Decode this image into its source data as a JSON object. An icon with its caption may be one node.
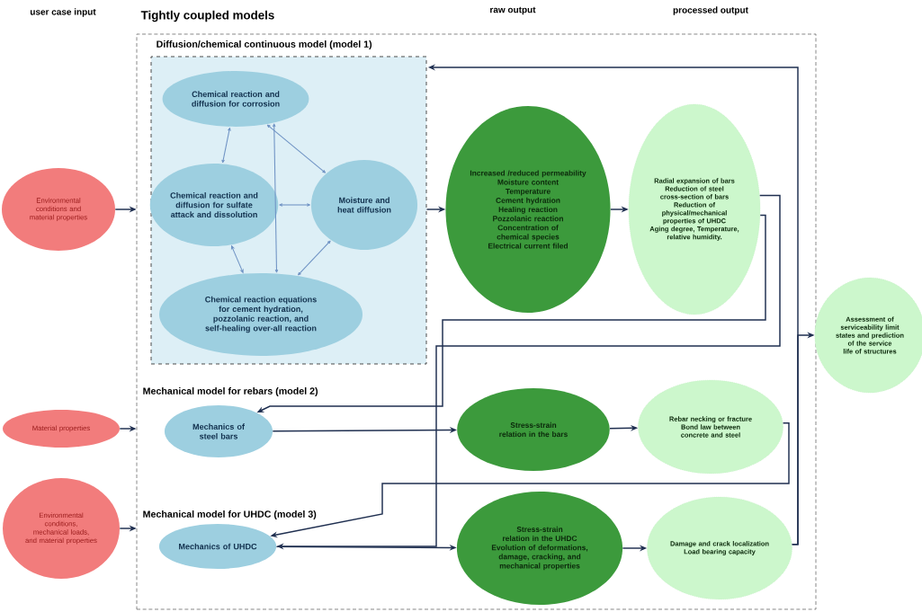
{
  "diagram": {
    "nodes": [
      {
        "text": [
          "Tightly coupled models"
        ]
      },
      {
        "text": [
          "Diffusion/chemical continuous model (model 1)"
        ],
        "in": 0
      },
      {
        "text": [
          "Chemical reaction and diffusion for corrosion"
        ],
        "in": 1
      },
      {
        "text": [
          "Chemical reaction and diffusion for sulfate attack and dissolution"
        ],
        "in": 1
      },
      {
        "text": [
          "Moisture and heat diffusion"
        ],
        "in": 1
      },
      {
        "text": [
          "Chemical reaction equations for cement hydration, pozzolanic reaction, and self-healing over-all reaction"
        ],
        "in": 1
      },
      {
        "text": [
          "Environmental conditions and material properties"
        ]
      },
      {
        "text": [
          "Increased /reduced permeability",
          "Moisture content",
          "Temperature",
          "Cement hydration",
          "Healing reaction",
          "Pozzolanic reaction",
          "Concentration of chemical species",
          "Electrical current filed"
        ],
        "in": 0
      },
      {
        "text": [
          "Radial expansion of bars",
          "Reduction of steel cross-section of bars",
          "Reduction of physical/mechanical properties of UHDC",
          "Aging degree, Temperature, relative humidity."
        ],
        "in": 0
      },
      {
        "text": [
          "Assessment of serviceability limit states and prediction of the service life of structures"
        ]
      },
      {
        "text": [
          "Material properties"
        ]
      },
      {
        "text": [
          "Mechanics of steel bars"
        ],
        "in": 0
      },
      {
        "text": [
          "Stress-strain relation in the bars"
        ],
        "in": 0
      },
      {
        "text": [
          "Rebar necking or fracture",
          "Bond law between concrete and steel"
        ],
        "in": 0
      },
      {
        "text": [
          "Environmental conditions, mechanical loads, and material properties"
        ]
      },
      {
        "text": [
          "Mechanics of UHDC"
        ],
        "in": 0
      },
      {
        "text": [
          "Stress-strain relation in the UHDC",
          "Evolution of deformations, damage, cracking, and mechanical properties"
        ],
        "in": 0
      },
      {
        "text": [
          "Damage and crack localization",
          "Load bearing capacity"
        ],
        "in": 0
      }
    ],
    "edges": [
      {
        "from": 2,
        "to": 3,
        "arrow": "both",
        "color": "#6f93c4"
      },
      {
        "from": 2,
        "to": 4,
        "arrow": "both",
        "color": "#6f93c4"
      },
      {
        "from": 2,
        "to": 5,
        "arrow": "both",
        "color": "#6f93c4"
      },
      {
        "from": 3,
        "to": 4,
        "arrow": "both",
        "color": "#6f93c4"
      },
      {
        "from": 3,
        "to": 5,
        "arrow": "both",
        "color": "#6f93c4"
      },
      {
        "from": 4,
        "to": 5,
        "arrow": "both",
        "color": "#6f93c4"
      },
      {
        "from": 6,
        "to": 0,
        "arrow": "to"
      },
      {
        "from": 1,
        "to": 7,
        "arrow": "to"
      },
      {
        "from": 7,
        "to": 8,
        "arrow": "to"
      },
      {
        "from": 8,
        "to": 11,
        "arrow": "to"
      },
      {
        "from": 8,
        "to": 15,
        "arrow": "to"
      },
      {
        "from": 10,
        "to": 0,
        "arrow": "to"
      },
      {
        "from": 11,
        "to": 12,
        "arrow": "to"
      },
      {
        "from": 12,
        "to": 13,
        "arrow": "to"
      },
      {
        "from": 13,
        "to": 15,
        "arrow": "to"
      },
      {
        "from": 14,
        "to": 0,
        "arrow": "to"
      },
      {
        "from": 15,
        "to": 16,
        "arrow": "to"
      },
      {
        "from": 16,
        "to": 17,
        "arrow": "to"
      },
      {
        "from": 17,
        "to": 1,
        "arrow": "to"
      },
      {
        "from": 17,
        "to": 9,
        "arrow": "to"
      }
    ],
    "labels": [
      "user case input",
      "raw output",
      "processed output",
      "Mechanical model for rebars (model 2)",
      "Mechanical model for UHDC (model 3)"
    ]
  }
}
